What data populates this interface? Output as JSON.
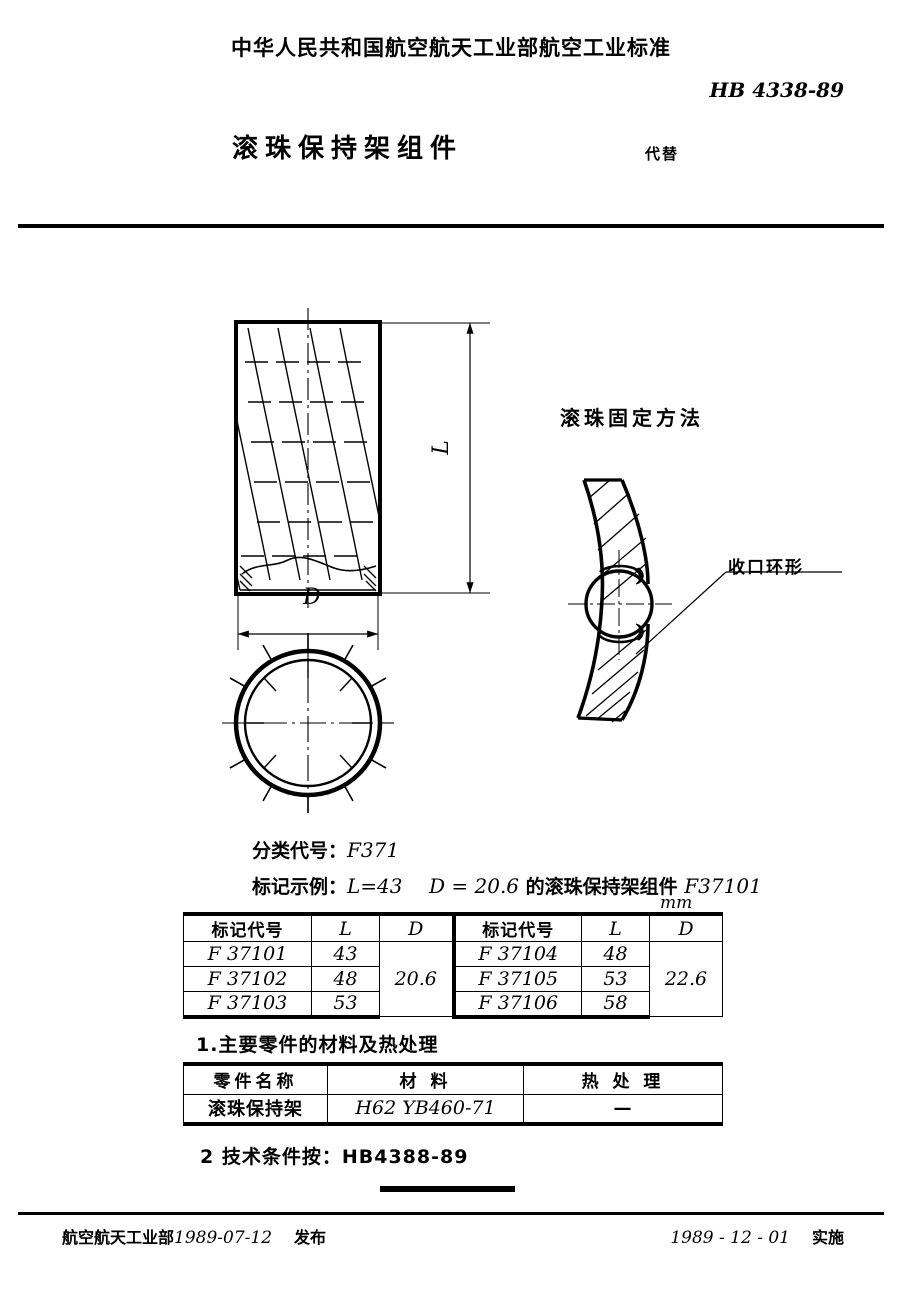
{
  "header": {
    "ministry": "中华人民共和国航空航天工业部航空工业标准",
    "standard_no": "HB 4338-89",
    "title": "滚珠保持架组件",
    "replaces_label": "代替"
  },
  "drawing": {
    "detail_caption": "滚珠固定方法",
    "callout_label": "收口环形",
    "dim_length": "L",
    "dim_diameter": "D"
  },
  "spec": {
    "class_code_label": "分类代号：",
    "class_code_value": "F371",
    "marking_example_label": "标记示例：",
    "marking_L": "L=43",
    "marking_D": "D = 20.6",
    "marking_desc": "的滚珠保持架组件",
    "marking_code": "F37101",
    "unit": "mm"
  },
  "main_table": {
    "headers": [
      "标记代号",
      "L",
      "D",
      "标记代号",
      "L",
      "D"
    ],
    "rows": [
      [
        "F 37101",
        "43",
        "20.6",
        "F 37104",
        "48",
        "22.6"
      ],
      [
        "F 37102",
        "48",
        "",
        "F 37105",
        "53",
        ""
      ],
      [
        "F 37103",
        "53",
        "",
        "F 37106",
        "58",
        ""
      ]
    ],
    "left_group_D": "20.6",
    "right_group_D": "22.6"
  },
  "notes": {
    "note1": "1.主要零件的材料及热处理",
    "note2": "2 技术条件按：HB4388-89"
  },
  "material_table": {
    "headers": [
      "零件名称",
      "材 料",
      "热 处 理"
    ],
    "rows": [
      [
        "滚珠保持架",
        "H62   YB460-71",
        "—"
      ]
    ]
  },
  "footer": {
    "issuer": "航空航天工业部",
    "issue_date": "1989-07-12",
    "issue_action": "发布",
    "effective_date": "1989 - 12 - 01",
    "effective_action": "实施"
  }
}
